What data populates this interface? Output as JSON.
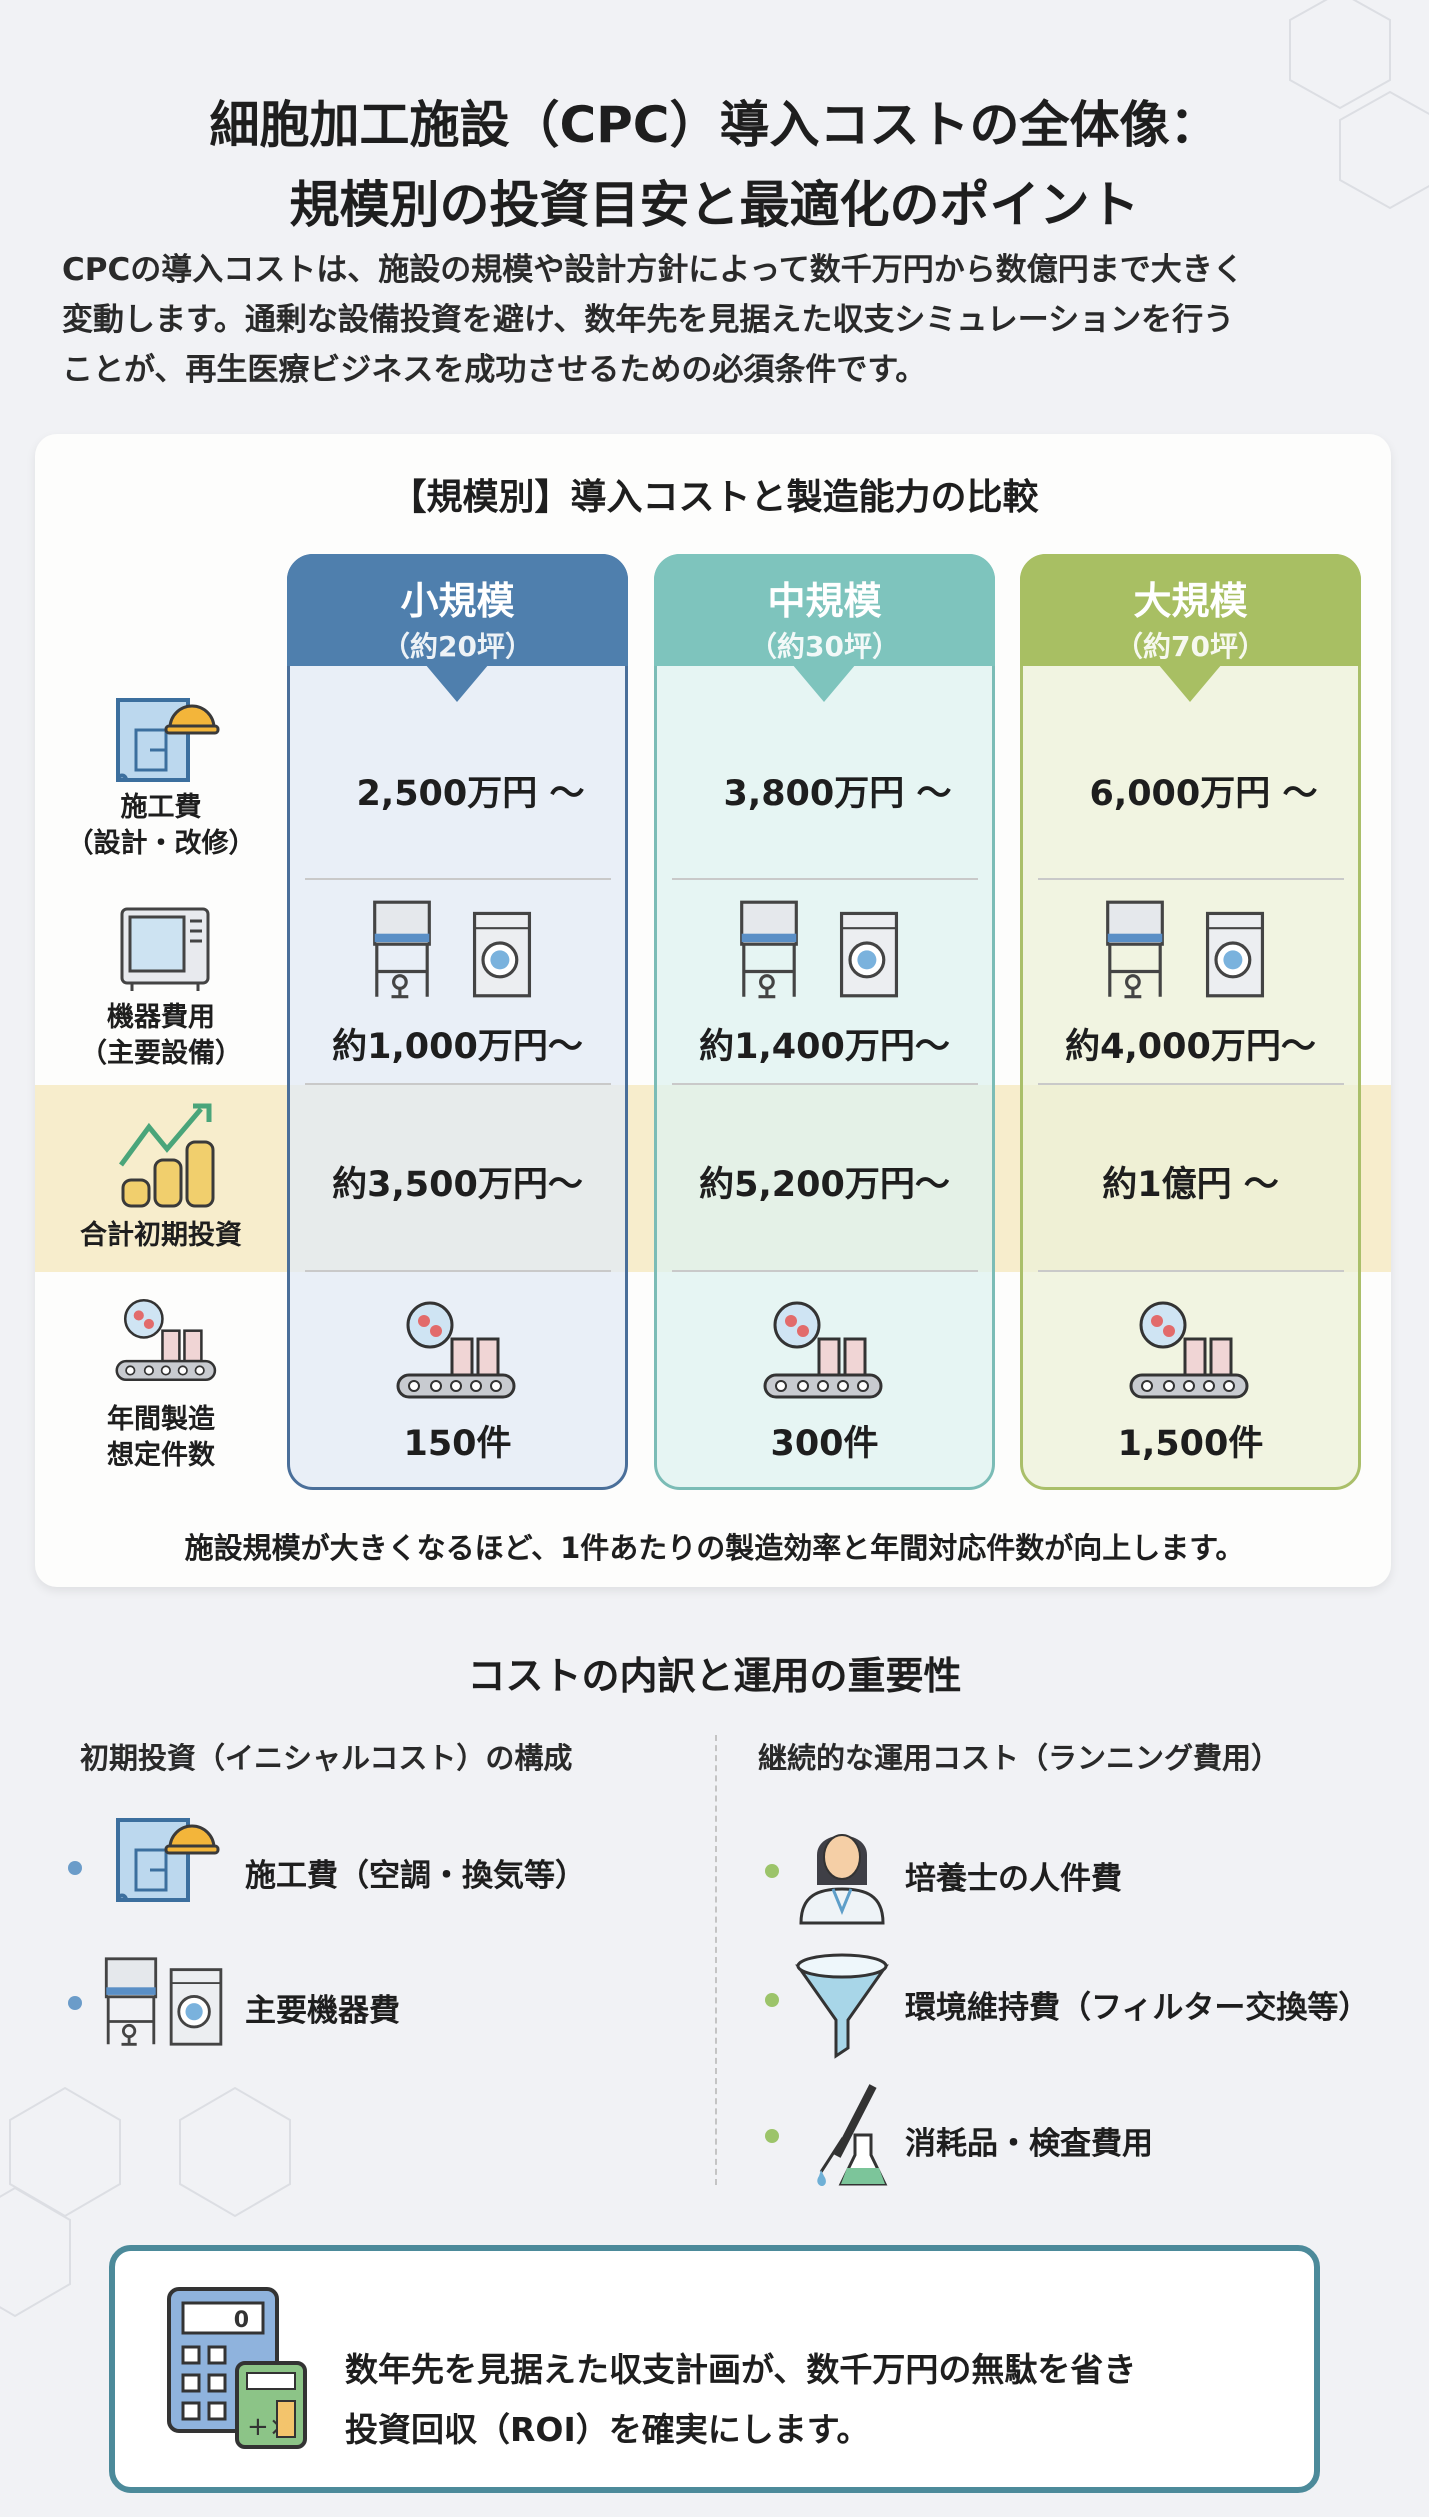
{
  "title": {
    "line1": "細胞加工施設（CPC）導入コストの全体像：",
    "line2": "規模別の投資目安と最適化のポイント"
  },
  "intro": [
    "CPCの導入コストは、施設の規模や設計方針によって数千万円から数億円まで大きく",
    "変動します。通剰な設備投資を避け、数年先を見据えた収支シミュレーションを行う",
    "ことが、再生医療ビジネスを成功させるための必須条件です。"
  ],
  "comparison": {
    "title": "【規模別】導入コストと製造能力の比較",
    "rows": [
      {
        "label1": "施工費",
        "label2": "（設計・改修）"
      },
      {
        "label1": "機器費用",
        "label2": "（主要設備）"
      },
      {
        "label1": "合計初期投資",
        "label2": ""
      },
      {
        "label1": "年間製造",
        "label2": "想定件数"
      }
    ],
    "columns": [
      {
        "name": "小規模",
        "size": "（約20坪）",
        "construction": "2,500万円 〜",
        "equipment": "約1,000万円〜",
        "total": "約3,500万円〜",
        "annual": "150件",
        "color": "#4f7fad"
      },
      {
        "name": "中規模",
        "size": "（約30坪）",
        "construction": "3,800万円 〜",
        "equipment": "約1,400万円〜",
        "total": "約5,200万円〜",
        "annual": "300件",
        "color": "#7ec4bd"
      },
      {
        "name": "大規模",
        "size": "（約70坪）",
        "construction": "6,000万円 〜",
        "equipment": "約4,000万円〜",
        "total": "約1億円 〜",
        "annual": "1,500件",
        "color": "#a8bf63"
      }
    ],
    "note": "施設規模が大きくなるほど、1件あたりの製造効率と年間対応件数が向上します。"
  },
  "breakdown": {
    "title": "コストの内訳と運用の重要性",
    "initial": {
      "heading": "初期投資（イニシャルコスト）の構成",
      "items": [
        "施工費（空調・換気等）",
        "主要機器費"
      ]
    },
    "running": {
      "heading": "継続的な運用コスト（ランニング費用）",
      "items": [
        "培養士の人件費",
        "環境維持費（フィルター交換等）",
        "消耗品・検査費用"
      ]
    }
  },
  "cta": {
    "line1": "数年先を見据えた収支計画が、数千万円の無駄を省き",
    "line2": "投資回収（ROI）を確実にします。",
    "calc_display": "0"
  }
}
